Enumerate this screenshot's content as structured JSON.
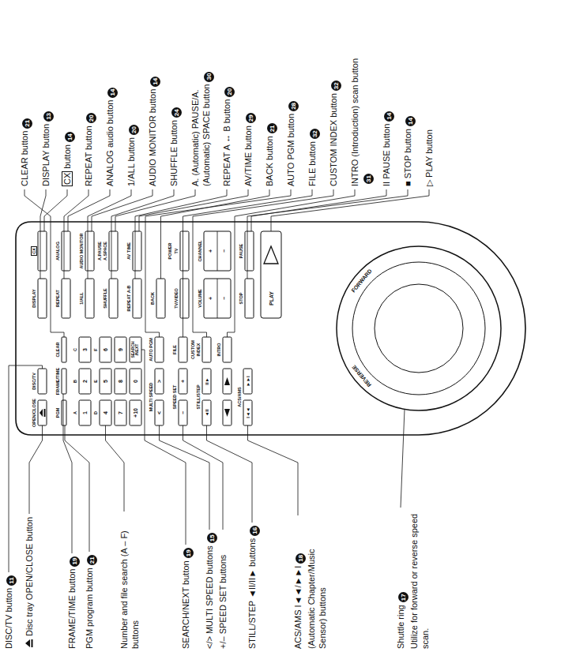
{
  "diagram": {
    "labels": [
      "DISC/TV button",
      "11",
      "Disc tray OPEN/CLOSE button",
      "FRAME/TIME button",
      "19",
      "PGM program button",
      "21",
      "Number and file search (A – F) buttons",
      "SEARCH/NEXT button",
      "19",
      "</> MULTI SPEED buttons",
      "15",
      "+/– SPEED SET buttons",
      "STILL/STEP ◄II/II► buttons",
      "16",
      "ACS/AMS I◄◄/►►I",
      "18",
      "(Automatic Chapter/Music Sensor) buttons",
      "Shuttle ring",
      "17",
      "Utilize for forward or reverse speed scan.",
      "OPEN/CLOSE",
      "DISC/TV",
      "DISPLAY",
      "CX",
      "PGM",
      "FRAME/TIME",
      "CLEAR",
      "REPEAT",
      "ANALOG",
      "A",
      "B",
      "C",
      "1",
      "2",
      "3",
      "1/ALL",
      "AUDIO MONITOR",
      "D",
      "E",
      "F",
      "4",
      "5",
      "6",
      "SHUFFLE",
      "A.PAUSE A.SPACE",
      "7",
      "8",
      "9",
      "REPEAT A-B",
      "AV TIME",
      "+10",
      "0",
      "SEARCH /NEXT",
      "MULTI SPEED",
      "AUTO PGM",
      "BACK",
      "<",
      ">",
      "SPEED SET",
      "FILE",
      "TV/VIDEO",
      "POWER",
      "TV",
      "−",
      "+",
      "STILL/STEP",
      "CUSTOM INDEX",
      "VOLUME",
      "CHANNEL",
      "◄II",
      "II►",
      "+",
      "+",
      "INTRO",
      "−",
      "−",
      "ACS/AMS",
      "STOP",
      "PAUSE",
      "I◄◄",
      "►►I",
      "PLAY",
      "FORWARD",
      "REVERSE",
      "CLEAR button",
      "21",
      "DISPLAY button",
      "13",
      "CX",
      "button",
      "14",
      "REPEAT button",
      "20",
      "ANALOG audio button",
      "14",
      "1/ALL button",
      "20",
      "AUDIO MONITOR button",
      "14",
      "SHUFFLE button",
      "24",
      "A. (Automatic) PAUSE/A. (Automatic) SPACE button",
      "30",
      "REPEAT A ↔ B button",
      "20",
      "AV/TIME button",
      "29",
      "BACK button",
      "21",
      "AUTO PGM button",
      "28",
      "FILE button",
      "32",
      "CUSTOM INDEX button",
      "32",
      "INTRO (Introduction) scan button",
      "31",
      "II PAUSE button",
      "14",
      "■ STOP button",
      "14",
      "▷ PLAY button"
    ]
  }
}
